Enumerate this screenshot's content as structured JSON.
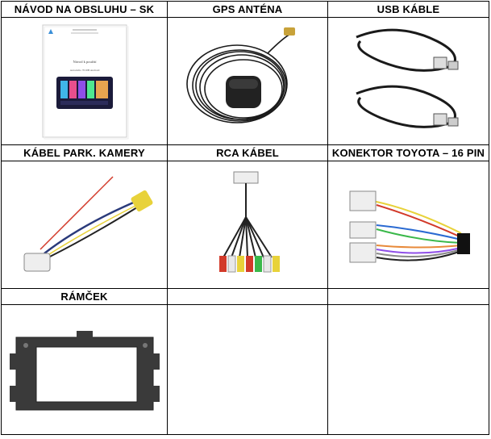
{
  "headers": {
    "manual": "NÁVOD NA OBSLUHU – SK",
    "gps": "GPS ANTÉNA",
    "usb": "USB KÁBLE",
    "camera": "KÁBEL PARK. KAMERY",
    "rca": "RCA KÁBEL",
    "toyota": "KONEKTOR TOYOTA – 16 PIN",
    "frame": "RÁMČEK"
  },
  "manual_page": {
    "title": "Návod k použití",
    "subtitle": "Autorádio 7010B Android"
  },
  "colors": {
    "border": "#000000",
    "cable": "#1a1a1a",
    "frame": "#3a3a3a"
  }
}
